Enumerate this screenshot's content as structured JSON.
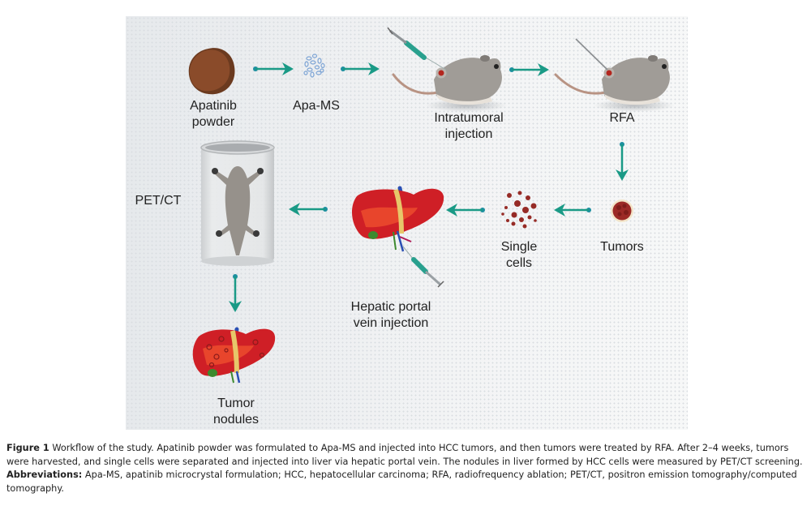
{
  "figure": {
    "accent_color": "#1a9a86",
    "nodes": [
      {
        "id": "apatinib-powder",
        "label": "Apatinib\npowder",
        "icon": "powder-blob-icon"
      },
      {
        "id": "apa-ms",
        "label": "Apa-MS",
        "icon": "microcrystals-icon"
      },
      {
        "id": "intratumoral-injection",
        "label": "Intratumoral\ninjection",
        "icon": "mouse-with-syringe-icon"
      },
      {
        "id": "rfa",
        "label": "RFA",
        "icon": "mouse-with-probe-icon"
      },
      {
        "id": "tumors",
        "label": "Tumors",
        "icon": "tumor-icon"
      },
      {
        "id": "single-cells",
        "label": "Single\ncells",
        "icon": "cells-icon"
      },
      {
        "id": "hepatic-portal-vein-injection",
        "label": "Hepatic portal\nvein injection",
        "icon": "liver-with-syringe-icon"
      },
      {
        "id": "pet-ct",
        "label": "PET/CT",
        "icon": "scanner-cylinder-icon"
      },
      {
        "id": "tumor-nodules",
        "label": "Tumor\nnodules",
        "icon": "liver-with-nodules-icon"
      }
    ],
    "flow": [
      [
        "apatinib-powder",
        "apa-ms"
      ],
      [
        "apa-ms",
        "intratumoral-injection"
      ],
      [
        "intratumoral-injection",
        "rfa"
      ],
      [
        "rfa",
        "tumors"
      ],
      [
        "tumors",
        "single-cells"
      ],
      [
        "single-cells",
        "hepatic-portal-vein-injection"
      ],
      [
        "hepatic-portal-vein-injection",
        "pet-ct"
      ],
      [
        "pet-ct",
        "tumor-nodules"
      ]
    ]
  },
  "caption": {
    "figure_label": "Figure 1",
    "figure_text": " Workflow of the study. Apatinib powder was formulated to Apa-MS and injected into HCC tumors, and then tumors were treated by RFA. After 2–4 weeks, tumors were harvested, and single cells were separated and injected into liver via hepatic portal vein. The nodules in liver formed by HCC cells were measured by PET/CT screening.",
    "abbreviations_label": "Abbreviations:",
    "abbreviations_text": " Apa-MS, apatinib microcrystal formulation; HCC, hepatocellular carcinoma; RFA, radiofrequency ablation; PET/CT, positron emission tomography/computed tomography."
  }
}
